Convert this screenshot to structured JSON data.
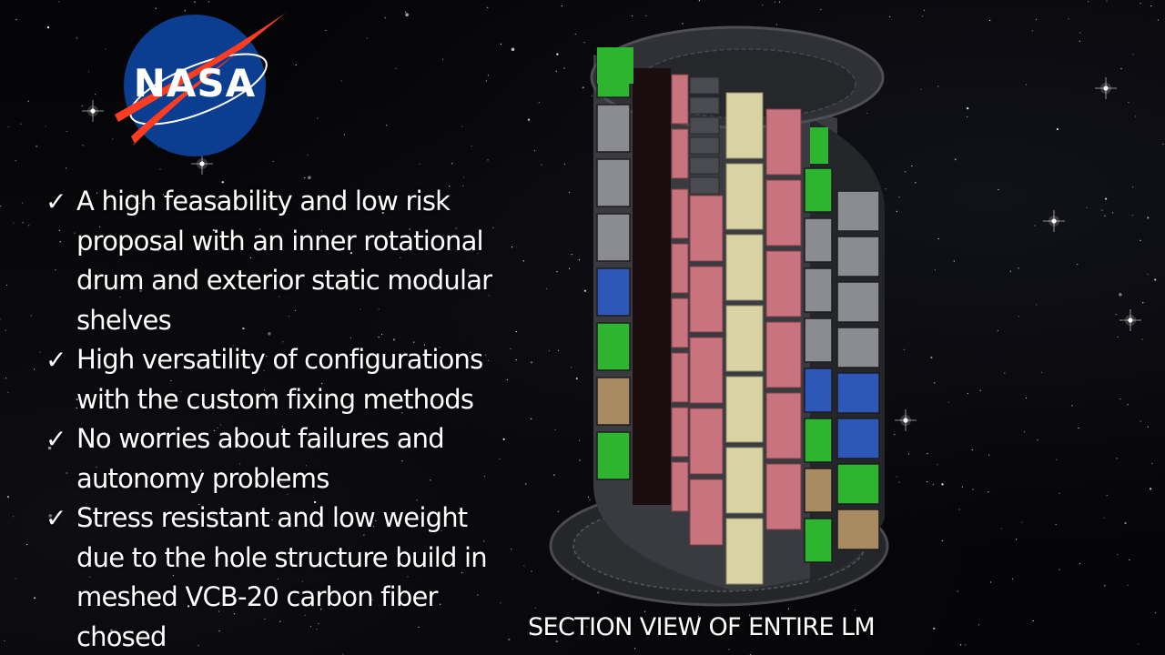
{
  "logo": {
    "text": "NASA",
    "colors": {
      "blue": "#0b3d91",
      "red": "#fc3d21",
      "white": "#ffffff"
    }
  },
  "bullets": [
    {
      "icon": "check-icon",
      "check": "✓",
      "text": "A high feasability and low risk proposal with an inner rotational drum and exterior static modular shelves"
    },
    {
      "icon": "check-icon",
      "check": "✓",
      "text": "High versatility of configurations with the custom fixing methods"
    },
    {
      "icon": "check-icon",
      "check": "✓",
      "text": "No worries about failures and autonomy problems"
    },
    {
      "icon": "check-icon",
      "check": "✓",
      "text": "Stress resistant and low weight due to the hole structure build in meshed VCB-20 carbon fiber chosed"
    }
  ],
  "caption": "SECTION VIEW OF ENTIRE LM",
  "render_colors": {
    "frame": "#3a3b40",
    "frame_dark": "#25262a",
    "panel_grey": "#8a8c92",
    "panel_red": "#c9737e",
    "panel_cream": "#d9d3a4",
    "panel_blue": "#2d57b8",
    "panel_green": "#2db52f",
    "panel_tan": "#a98b62",
    "interior": "#1b0d0d"
  }
}
